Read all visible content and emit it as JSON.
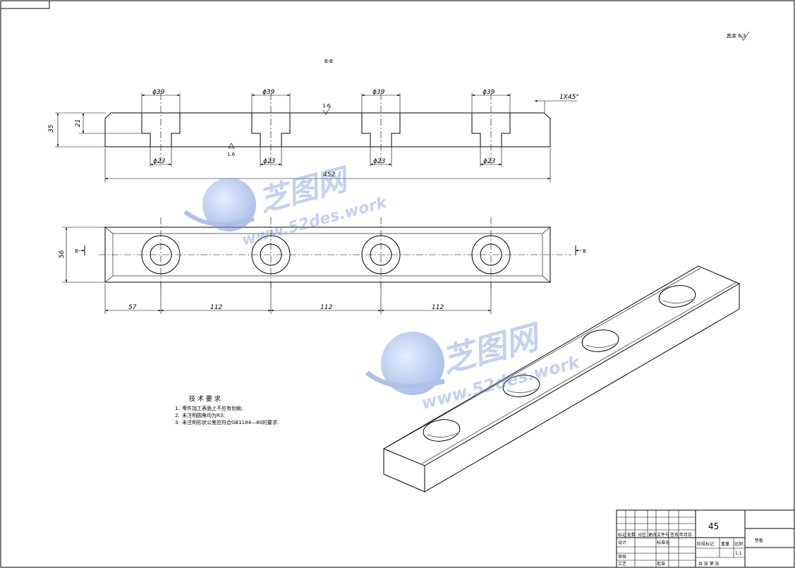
{
  "section_label": "B-B",
  "roughness_note": "其余 6.3",
  "chamfer_note": "1X45°",
  "front_view": {
    "dims": {
      "top_hole": "ϕ39",
      "bottom_hole": "ϕ23",
      "total_height": "35",
      "counterbore_depth": "21",
      "total_length": "452",
      "roughness_top": "1.6",
      "roughness_bottom": "1.6"
    },
    "hole_count": 4
  },
  "top_view": {
    "dims": {
      "width": "56",
      "first_offset": "57",
      "pitch_1": "112",
      "pitch_2": "112",
      "pitch_3": "112"
    },
    "section_mark_left": "B",
    "section_mark_right": "B"
  },
  "tech_req": {
    "title": "技 术 要 求",
    "items": [
      {
        "num": "1.",
        "text": "零件加工表面上不应有划痕;"
      },
      {
        "num": "2.",
        "text": "未注明圆角均为R3;"
      },
      {
        "num": "3.",
        "text": "未注明形状公差应符合GB1184—80的要求."
      }
    ]
  },
  "watermark": {
    "brand": "芝图网",
    "url": "www.52des.work"
  },
  "title_block": {
    "material": "45",
    "part_name": "垫板",
    "scale": "1:1",
    "labels": {
      "mark": "标记",
      "count": "处数",
      "zone": "分区",
      "change_no": "更改文件号",
      "sign": "签名",
      "date": "年月日",
      "design": "设计",
      "standardize": "标准化",
      "check": "审核",
      "craft": "工艺",
      "approve": "批准",
      "stage_mark": "阶段标记",
      "weight": "重量",
      "scale_label": "比例",
      "sheets": "共 张 第 张"
    }
  },
  "colors": {
    "line": "#000000",
    "watermark": "#6f8fd8"
  }
}
